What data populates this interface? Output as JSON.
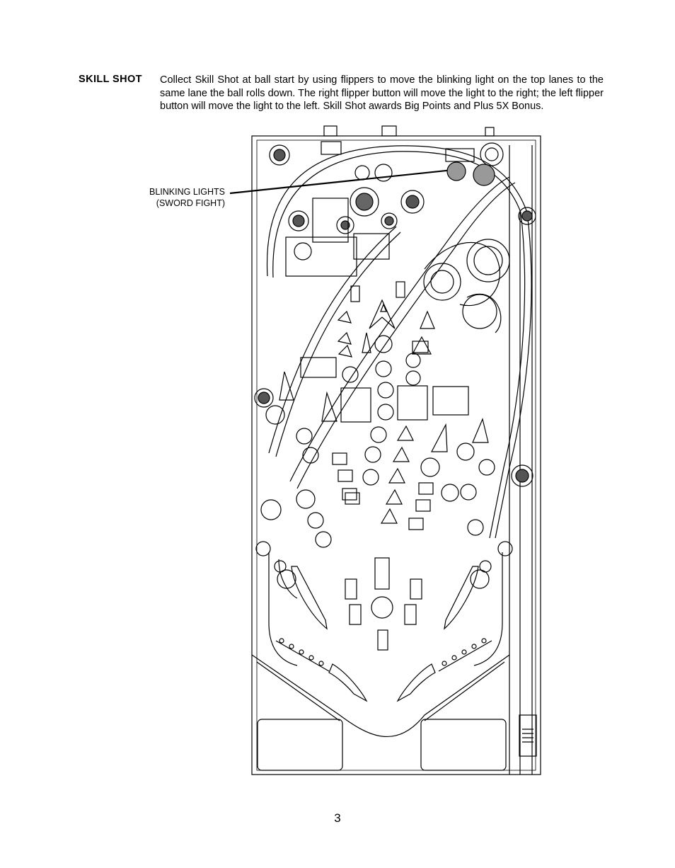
{
  "section": {
    "heading": "SKILL SHOT",
    "body": "Collect Skill Shot at ball start by using flippers to move the blinking light on the top lanes to the same lane the ball rolls down.  The right flipper button will move the light to the right; the left flipper button will move the light to the left.  Skill Shot awards Big Points and Plus 5X Bonus."
  },
  "callout": {
    "line1": "BLINKING    LIGHTS",
    "line2": "(SWORD    FIGHT)"
  },
  "page_number": "3"
}
